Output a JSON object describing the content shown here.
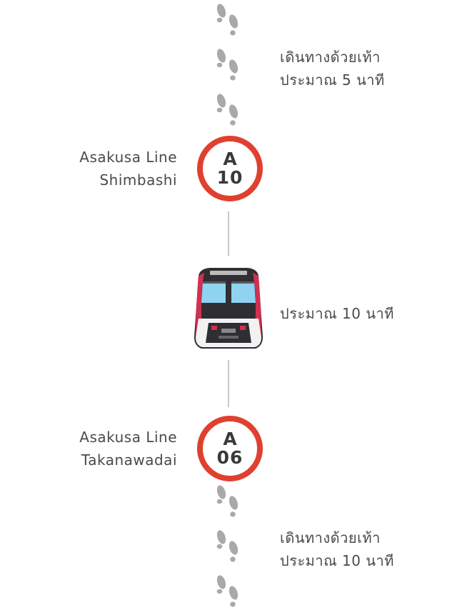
{
  "walk_top": {
    "line1": "เดินทางด้วยเท้า",
    "line2": "ประมาณ 5 นาที"
  },
  "station_top": {
    "line_label": "Asakusa Line",
    "station_label": "Shimbashi",
    "code_letter": "A",
    "code_number": "10",
    "color": "#e04030"
  },
  "train": {
    "icon": "train-icon",
    "duration": "ประมาณ 10 นาที",
    "accent": "#d23050"
  },
  "station_bottom": {
    "line_label": "Asakusa Line",
    "station_label": "Takanawadai",
    "code_letter": "A",
    "code_number": "06",
    "color": "#e04030"
  },
  "walk_bottom": {
    "line1": "เดินทางด้วยเท้า",
    "line2": "ประมาณ 10 นาที"
  }
}
